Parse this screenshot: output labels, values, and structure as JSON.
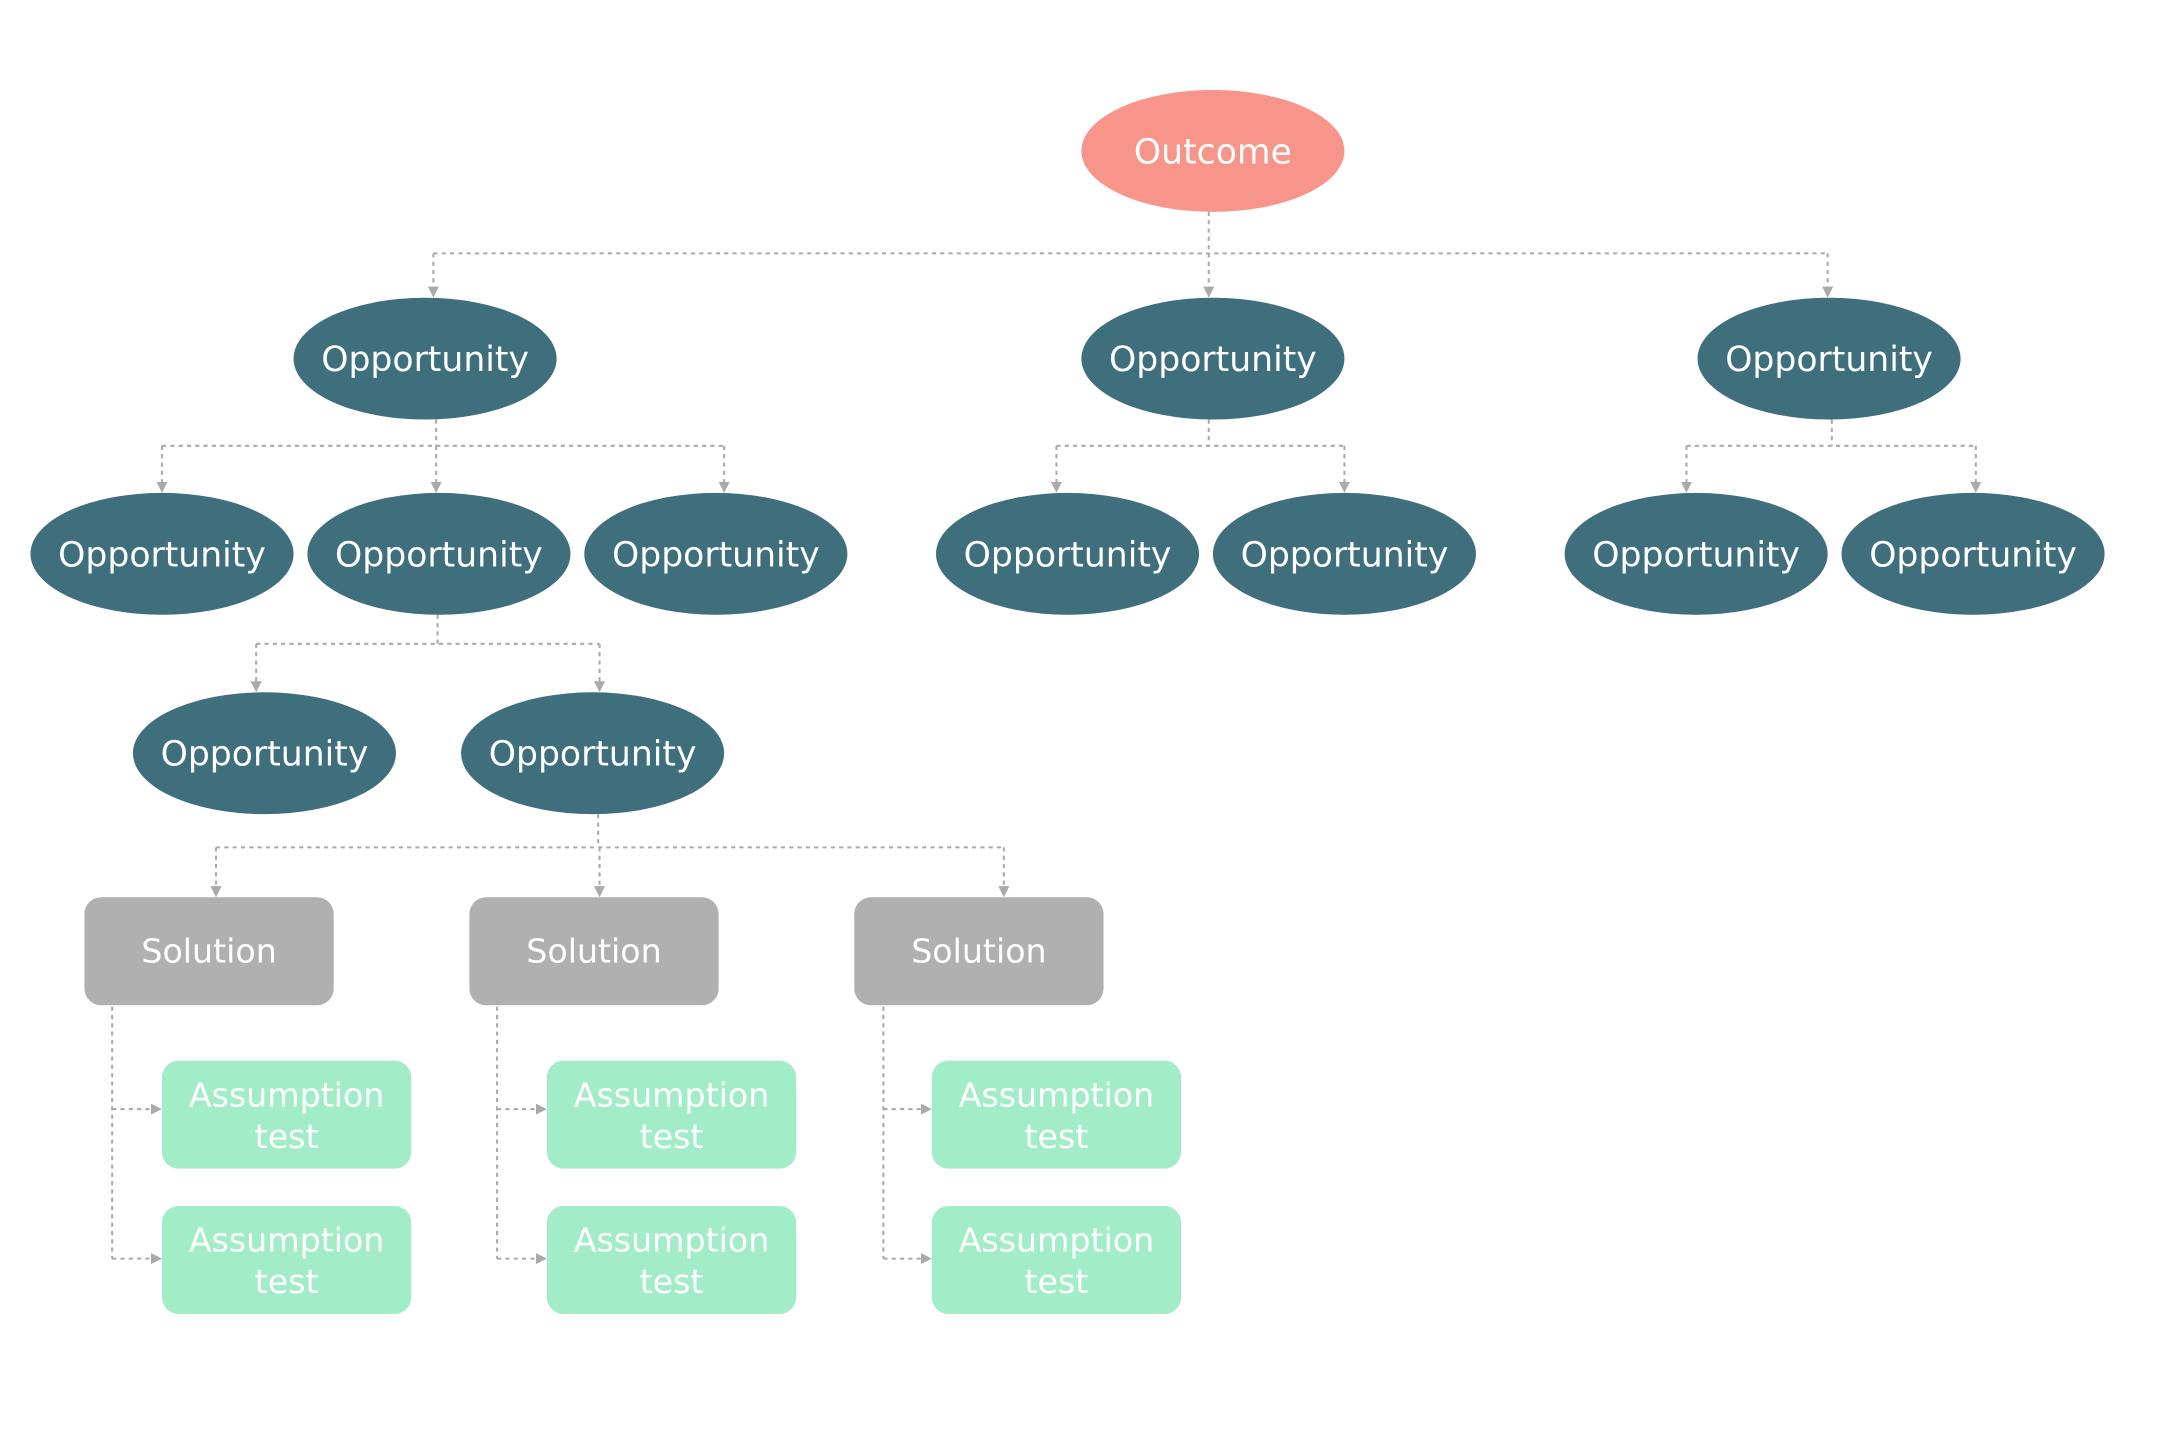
{
  "colors": {
    "outcome": "#f8958a",
    "opportunity": "#3f6f7d",
    "solution": "#b0b0b0",
    "assumption": "#a3ecc8",
    "connector": "#aaaaaa",
    "text": "#ffffff"
  },
  "tree": {
    "outcome": {
      "label": "Outcome"
    },
    "opportunities": [
      {
        "label": "Opportunity",
        "children": [
          {
            "label": "Opportunity"
          },
          {
            "label": "Opportunity",
            "children": [
              {
                "label": "Opportunity"
              },
              {
                "label": "Opportunity",
                "solutions": [
                  {
                    "label": "Solution",
                    "tests": [
                      {
                        "label": "Assumption\ntest"
                      },
                      {
                        "label": "Assumption\ntest"
                      }
                    ]
                  },
                  {
                    "label": "Solution",
                    "tests": [
                      {
                        "label": "Assumption\ntest"
                      },
                      {
                        "label": "Assumption\ntest"
                      }
                    ]
                  },
                  {
                    "label": "Solution",
                    "tests": [
                      {
                        "label": "Assumption\ntest"
                      },
                      {
                        "label": "Assumption\ntest"
                      }
                    ]
                  }
                ]
              }
            ]
          },
          {
            "label": "Opportunity"
          }
        ]
      },
      {
        "label": "Opportunity",
        "children": [
          {
            "label": "Opportunity"
          },
          {
            "label": "Opportunity"
          }
        ]
      },
      {
        "label": "Opportunity",
        "children": [
          {
            "label": "Opportunity"
          },
          {
            "label": "Opportunity"
          }
        ]
      }
    ]
  }
}
